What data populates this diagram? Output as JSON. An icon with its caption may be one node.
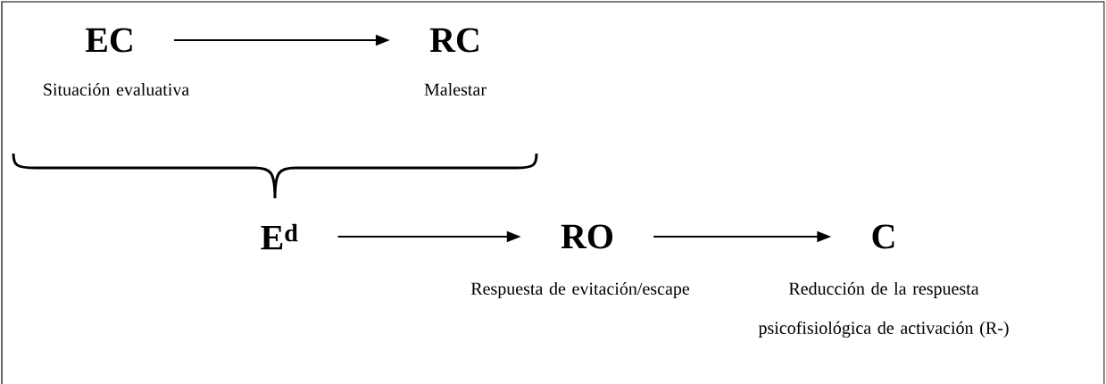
{
  "diagram": {
    "nodes": [
      {
        "text": [
          "EC"
        ],
        "beside": [
          "Situación evaluativa"
        ]
      },
      {
        "text": [
          "RC"
        ],
        "beside": [
          "Malestar"
        ]
      },
      {
        "text": [
          "E$^{d}$"
        ]
      },
      {
        "text": [
          "RO"
        ],
        "beside": [
          "Respuesta de evitación/escape"
        ]
      },
      {
        "text": [
          "C"
        ],
        "beside": [
          "Reducción de la respuesta psicofisiológica de activación (R-)"
        ]
      }
    ],
    "edges": [
      {
        "from": 0,
        "to": 1,
        "arrow": "to"
      },
      {
        "from": 2,
        "to": 3,
        "arrow": "to"
      },
      {
        "from": 3,
        "to": 4,
        "arrow": "to"
      }
    ]
  }
}
